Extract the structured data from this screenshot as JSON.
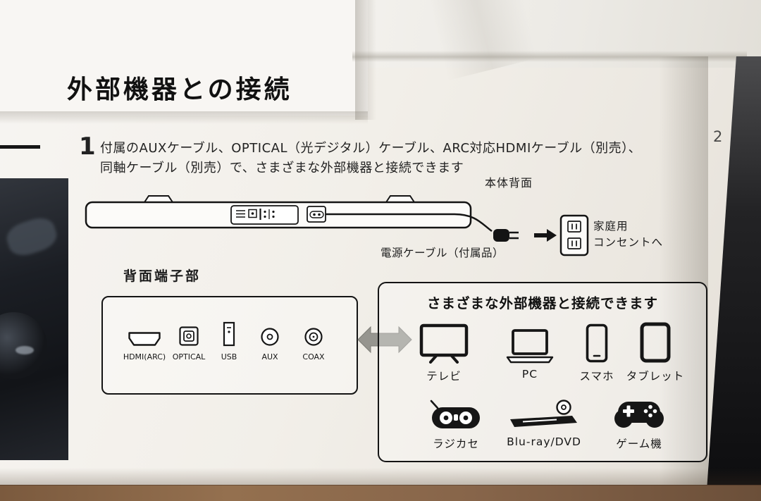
{
  "panel": {
    "title": "外部機器との接続",
    "adjacent_number": "2",
    "step1": {
      "number": "1",
      "text_line1": "付属のAUXケーブル、OPTICAL（光デジタル）ケーブル、ARC対応HDMIケーブル（別売）、",
      "text_line2": "同軸ケーブル（別売）で、さまざまな外部機器と接続できます"
    },
    "soundbar": {
      "rear_label": "本体背面",
      "power_cable_label": "電源ケーブル（付属品）",
      "outlet_label_line1": "家庭用",
      "outlet_label_line2": "コンセントへ"
    },
    "rear_ports": {
      "heading": "背面端子部",
      "ports": [
        {
          "icon": "hdmi-port-icon",
          "label": "HDMI(ARC)"
        },
        {
          "icon": "optical-port-icon",
          "label": "OPTICAL"
        },
        {
          "icon": "usb-port-icon",
          "label": "USB"
        },
        {
          "icon": "aux-port-icon",
          "label": "AUX"
        },
        {
          "icon": "coax-port-icon",
          "label": "COAX"
        }
      ]
    },
    "devices": {
      "heading": "さまざまな外部機器と接続できます",
      "row1": [
        {
          "icon": "tv-icon",
          "label": "テレビ"
        },
        {
          "icon": "laptop-icon",
          "label": "PC"
        },
        {
          "icon": "smartphone-icon",
          "label": "スマホ"
        },
        {
          "icon": "tablet-icon",
          "label": "タブレット"
        }
      ],
      "row2": [
        {
          "icon": "radio-cassette-icon",
          "label": "ラジカセ"
        },
        {
          "icon": "bluray-player-icon",
          "label": "Blu-ray/DVD"
        },
        {
          "icon": "game-controller-icon",
          "label": "ゲーム機"
        }
      ]
    },
    "colors": {
      "ink": "#1c1c1c",
      "paper": "#f2efe9",
      "arrow_gray": "#96958f",
      "wood": "#83614a",
      "shadow_strip": "#141416"
    }
  }
}
